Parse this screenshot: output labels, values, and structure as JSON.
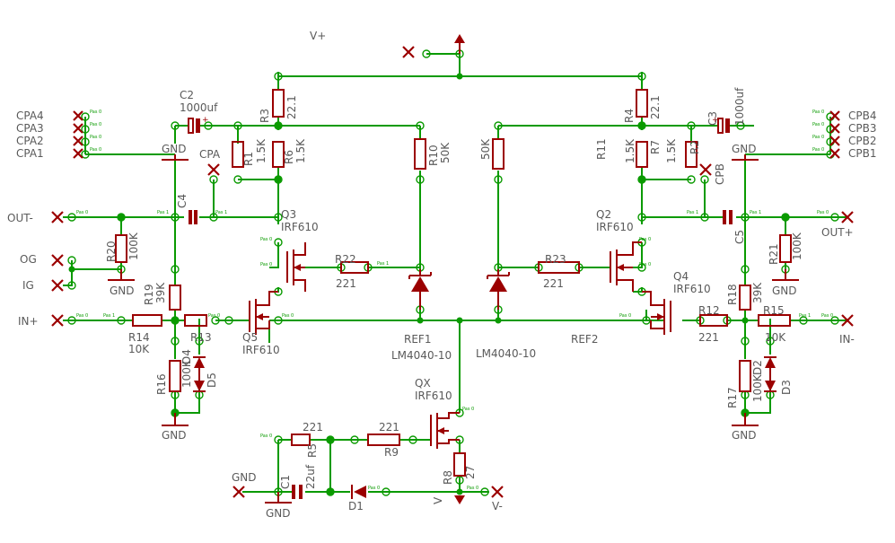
{
  "labels": {
    "vplus": "V+",
    "vminus": "V-",
    "cpa": [
      "CPA4",
      "CPA3",
      "CPA2",
      "CPA1"
    ],
    "cpb": [
      "CPB4",
      "CPB3",
      "CPB2",
      "CPB1"
    ],
    "out_minus": "OUT-",
    "out_plus": "OUT+",
    "og": "OG",
    "ig": "IG",
    "in_plus": "IN+",
    "in_minus": "IN-",
    "gnd": "GND",
    "cpa_tp": "CPA",
    "cpb_tp": "CPB",
    "v_small": "V",
    "pad_text": "Pas 0",
    "pad_text1": "Pas 1"
  },
  "components": {
    "c2": {
      "name": "C2",
      "value": "1000uf"
    },
    "c3": {
      "name": "C3",
      "value": "1000uf"
    },
    "c4": {
      "name": "C4"
    },
    "c5": {
      "name": "C5"
    },
    "c1": {
      "name": "C1",
      "value": "22uf"
    },
    "r3": {
      "name": "R3",
      "value": "22.1"
    },
    "r4": {
      "name": "R4",
      "value": "22.1"
    },
    "r1": {
      "name": "R1",
      "value": "1.5K"
    },
    "r6": {
      "name": "R6",
      "value": "1.5K"
    },
    "r7": {
      "name": "R7",
      "value": "1.5K"
    },
    "r2": {
      "name": "R2",
      "value": "1.5K"
    },
    "r10": {
      "name": "R10",
      "value": "50K"
    },
    "r11": {
      "name": "R11",
      "value": "50K"
    },
    "r20": {
      "name": "R20",
      "value": "100K"
    },
    "r21": {
      "name": "R21",
      "value": "100K"
    },
    "r19": {
      "name": "R19",
      "value": "39K"
    },
    "r18": {
      "name": "R18",
      "value": "39K"
    },
    "r14": {
      "name": "R14",
      "value": "10K"
    },
    "r15": {
      "name": "R15",
      "value": "10K"
    },
    "r13": {
      "name": "R13"
    },
    "r12": {
      "name": "R12",
      "value": "221"
    },
    "r16": {
      "name": "R16",
      "value": "100K"
    },
    "r17": {
      "name": "R17",
      "value": "100K"
    },
    "r22": {
      "name": "R22",
      "value": "221"
    },
    "r23": {
      "name": "R23",
      "value": "221"
    },
    "r5": {
      "name": "R5",
      "value": "221"
    },
    "r9": {
      "name": "R9",
      "value": "221"
    },
    "r8": {
      "name": "R8",
      "value": "27"
    },
    "q3": {
      "name": "Q3",
      "value": "IRF610"
    },
    "q2": {
      "name": "Q2",
      "value": "IRF610"
    },
    "q5": {
      "name": "Q5",
      "value": "IRF610"
    },
    "q4": {
      "name": "Q4",
      "value": "IRF610"
    },
    "qx": {
      "name": "QX",
      "value": "IRF610"
    },
    "ref1": {
      "name": "REF1",
      "value": "LM4040-10"
    },
    "ref2": {
      "name": "REF2",
      "value": "LM4040-10"
    },
    "d1": {
      "name": "D1"
    },
    "d2": {
      "name": "D2"
    },
    "d3": {
      "name": "D3"
    },
    "d4": {
      "name": "D4"
    },
    "d5": {
      "name": "D5"
    }
  },
  "colors": {
    "wire": "#0a9a00",
    "part": "#9b0000",
    "text": "#5a5a5a"
  }
}
